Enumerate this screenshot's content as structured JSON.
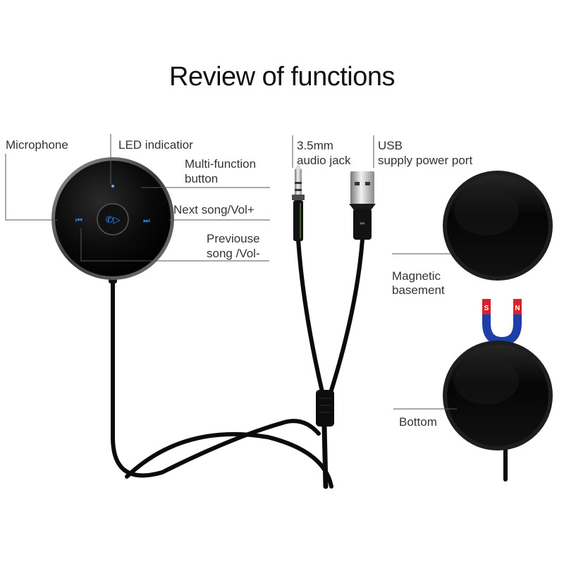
{
  "title": "Review of functions",
  "labels": {
    "microphone": "Microphone",
    "led": "LED indicatior",
    "multi_line1": "Multi-function",
    "multi_line2": "button",
    "next": "Next song/Vol+",
    "prev_line1": "Previouse",
    "prev_line2": "song /Vol-",
    "jack_line1": "3.5mm",
    "jack_line2": "audio jack",
    "usb_line1": "USB",
    "usb_line2": "supply power port",
    "magnetic_line1": "Magnetic",
    "magnetic_line2": "basement",
    "bottom": "Bottom"
  },
  "magnet": {
    "south": "S",
    "north": "N"
  },
  "colors": {
    "button_glow": "#2f8fff",
    "magnet_red": "#d8232a",
    "magnet_blue": "#1f3fa8",
    "device_body": "#050505"
  }
}
